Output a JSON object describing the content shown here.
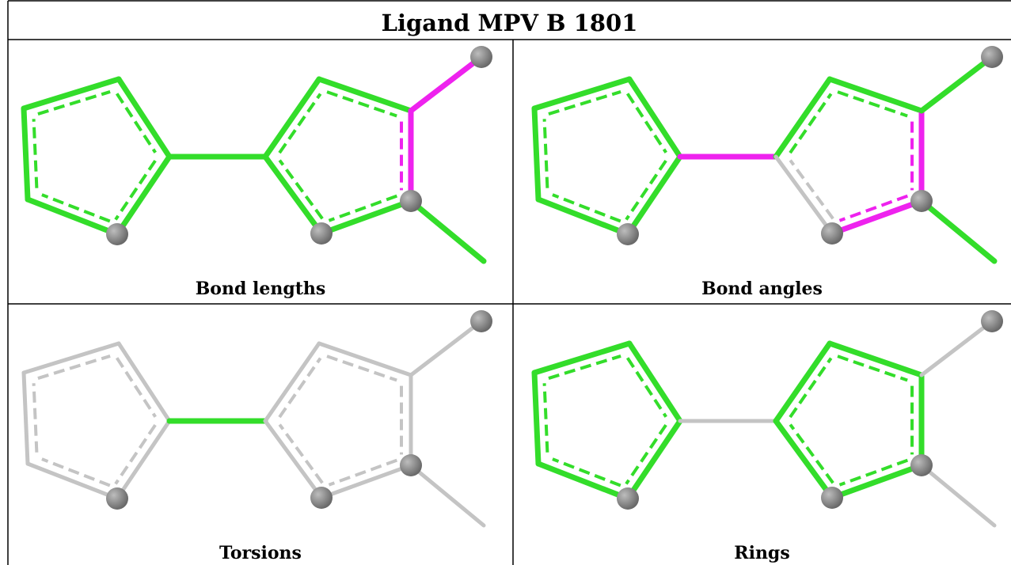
{
  "title": "Ligand MPV B 1801",
  "colors": {
    "green": "#33dd2a",
    "magenta": "#ee22ee",
    "gray": "#c4c4c4",
    "atom": "#858585",
    "border": "#000000"
  },
  "panels": [
    {
      "id": "bond-lengths",
      "caption": "Bond lengths",
      "bonds": [
        "green",
        "green",
        "green",
        "green",
        "green",
        "green",
        "green",
        "green",
        "magenta",
        "green",
        "green",
        "magenta",
        "green"
      ]
    },
    {
      "id": "bond-angles",
      "caption": "Bond angles",
      "bonds": [
        "green",
        "green",
        "green",
        "green",
        "green",
        "magenta",
        "green",
        "green",
        "magenta",
        "magenta",
        "gray",
        "green",
        "green"
      ]
    },
    {
      "id": "torsions",
      "caption": "Torsions",
      "bonds": [
        "gray",
        "gray",
        "gray",
        "gray",
        "gray",
        "green",
        "gray",
        "gray",
        "gray",
        "gray",
        "gray",
        "gray",
        "gray"
      ]
    },
    {
      "id": "rings",
      "caption": "Rings",
      "bonds": [
        "green",
        "green",
        "green",
        "green",
        "green",
        "gray",
        "green",
        "green",
        "green",
        "green",
        "green",
        "gray",
        "gray"
      ]
    }
  ]
}
